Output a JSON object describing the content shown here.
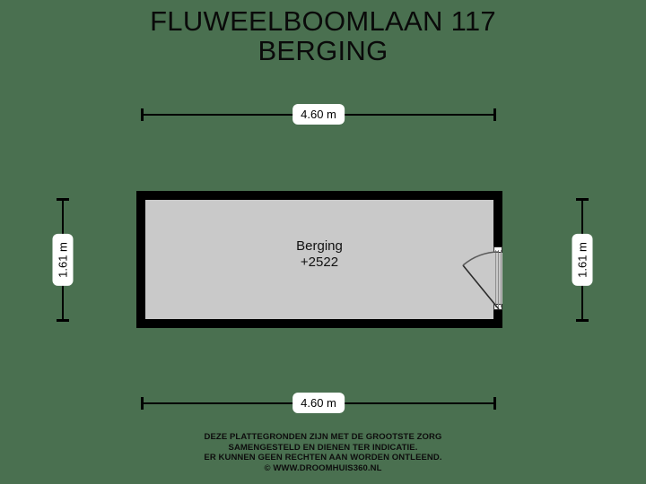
{
  "background_color": "#4a7050",
  "title": {
    "line1": "FLUWEELBOOMLAAN 117",
    "line2": "BERGING"
  },
  "dimensions": {
    "top": {
      "label": "4.60 m"
    },
    "bottom": {
      "label": "4.60 m"
    },
    "left": {
      "label": "1.61 m"
    },
    "right": {
      "label": "1.61 m"
    }
  },
  "plan": {
    "wall_color": "#000000",
    "room_fill_color": "#c9c9c9",
    "room": {
      "name": "Berging",
      "code": "+2522"
    },
    "door": {
      "name": "door-right-wall",
      "swing": "inward-left",
      "hinge": "bottom"
    }
  },
  "footer": {
    "line1": "DEZE PLATTEGRONDEN ZIJN MET DE GROOTSTE ZORG",
    "line2": "SAMENGESTELD EN DIENEN TER INDICATIE.",
    "line3": "ER KUNNEN GEEN RECHTEN AAN WORDEN ONTLEEND.",
    "line4": "© WWW.DROOMHUIS360.NL"
  }
}
